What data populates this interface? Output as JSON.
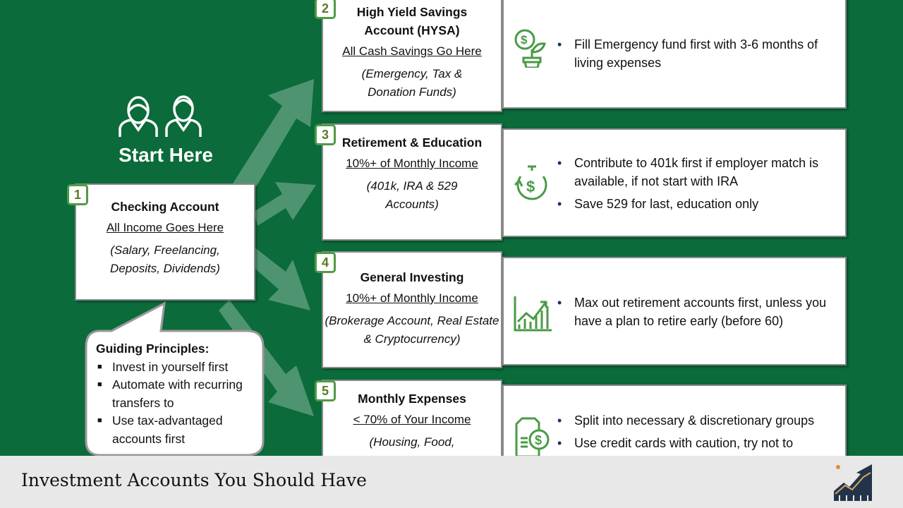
{
  "start": {
    "label": "Start Here",
    "icon": "people-icon"
  },
  "checking": {
    "num": "1",
    "title": "Checking Account",
    "sub": "All Income Goes Here",
    "note": "(Salary, Freelancing, Deposits, Dividends)"
  },
  "principles": {
    "title": "Guiding Principles:",
    "items": [
      "Invest in yourself first",
      "Automate with recurring transfers to",
      "Use tax-advantaged accounts first"
    ]
  },
  "steps": [
    {
      "num": "2",
      "title": "High Yield Savings Account (HYSA)",
      "sub": "All Cash Savings Go Here",
      "note": "(Emergency, Tax & Donation Funds)",
      "icon": "money-plant-icon",
      "bullets": [
        "Fill Emergency fund first with 3-6 months of living expenses"
      ]
    },
    {
      "num": "3",
      "title": "Retirement & Education",
      "sub": "10%+ of Monthly Income",
      "note": "(401k, IRA & 529 Accounts)",
      "icon": "stopwatch-dollar-icon",
      "bullets": [
        "Contribute to 401k first if employer match is available, if not start with IRA",
        "Save 529 for last, education only"
      ]
    },
    {
      "num": "4",
      "title": "General Investing",
      "sub": "10%+ of Monthly Income",
      "note": "(Brokerage Account, Real Estate & Cryptocurrency)",
      "icon": "growth-chart-icon",
      "bullets": [
        "Max out retirement accounts first, unless you have a plan to retire early (before 60)"
      ]
    },
    {
      "num": "5",
      "title": "Monthly Expenses",
      "sub": "< 70% of Your Income",
      "note": "(Housing, Food,",
      "icon": "invoice-dollar-icon",
      "bullets": [
        "Split into necessary & discretionary groups",
        "Use credit cards with caution, try not to"
      ]
    }
  ],
  "footer": {
    "title": "Investment Accounts You Should Have",
    "logo": "chart-logo-icon"
  }
}
